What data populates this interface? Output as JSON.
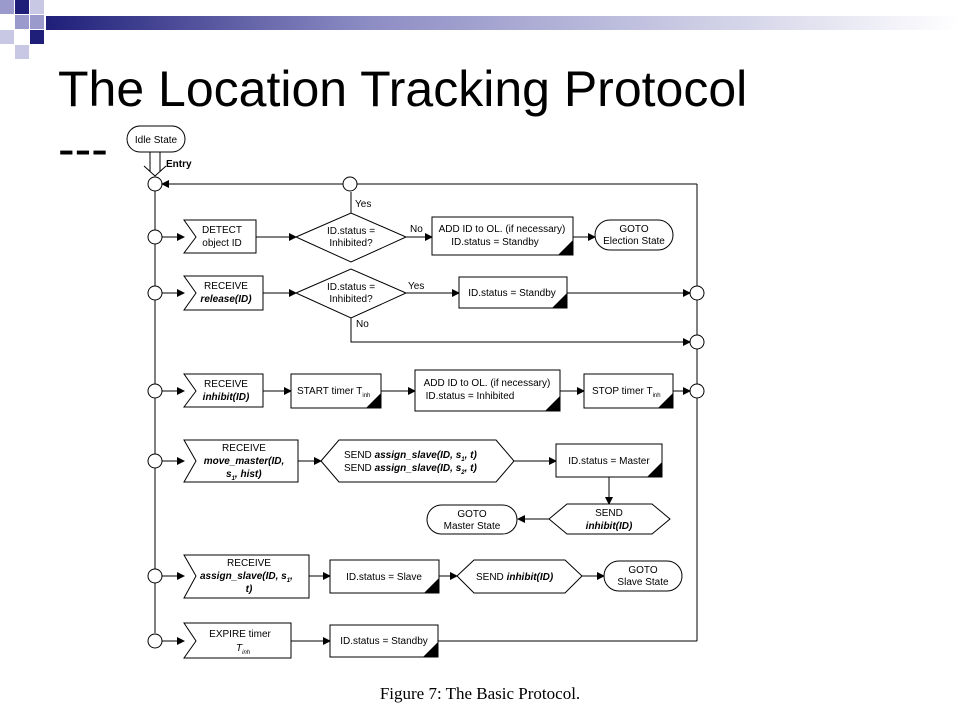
{
  "slide": {
    "title": "The Location Tracking Protocol",
    "title_cont": "---",
    "caption": "Figure 7: The Basic Protocol.",
    "accent_dark": "#1f1f7a",
    "accent_light": "#9a9acc"
  },
  "flow": {
    "idle_state": "Idle State",
    "entry": "Entry",
    "yes": "Yes",
    "no": "No",
    "detect_1": "DETECT",
    "detect_2": "object ID",
    "cond_inhibited_1": "ID.status =",
    "cond_inhibited_2": "Inhibited?",
    "add_ol_1": "ADD ID to OL. (if necessary)",
    "add_ol_2": "ID.status = Standby",
    "goto_election_1": "GOTO",
    "goto_election_2": "Election State",
    "receive": "RECEIVE",
    "release": "release(ID)",
    "status_standby": "ID.status = Standby",
    "inhibit": "inhibit(ID)",
    "start_timer": "START timer T",
    "inh": "inh",
    "add_ol_inh_1": "ADD ID to OL. (if necessary)",
    "add_ol_inh_2": "ID.status = Inhibited",
    "stop_timer": "STOP timer T",
    "move_master_1": "move_master(ID,",
    "move_master_2": "s",
    "move_master_sub": "1",
    "move_master_3": ", hist)",
    "send_label": "SEND ",
    "assign_slave_s1": "assign_slave(ID, s",
    "sub1": "1",
    "sub2": "2",
    "assign_tail": ", t)",
    "status_master": "ID.status = Master",
    "send": "SEND",
    "goto_master_1": "GOTO",
    "goto_master_2": "Master State",
    "assign_recv_1": "assign_slave(ID, s",
    "assign_recv_tail": ",",
    "assign_recv_2": "t)",
    "status_slave": "ID.status = Slave",
    "send_inhibit": "SEND ",
    "goto_slave_1": "GOTO",
    "goto_slave_2": "Slave State",
    "expire_1": "EXPIRE timer",
    "expire_2": "T"
  }
}
